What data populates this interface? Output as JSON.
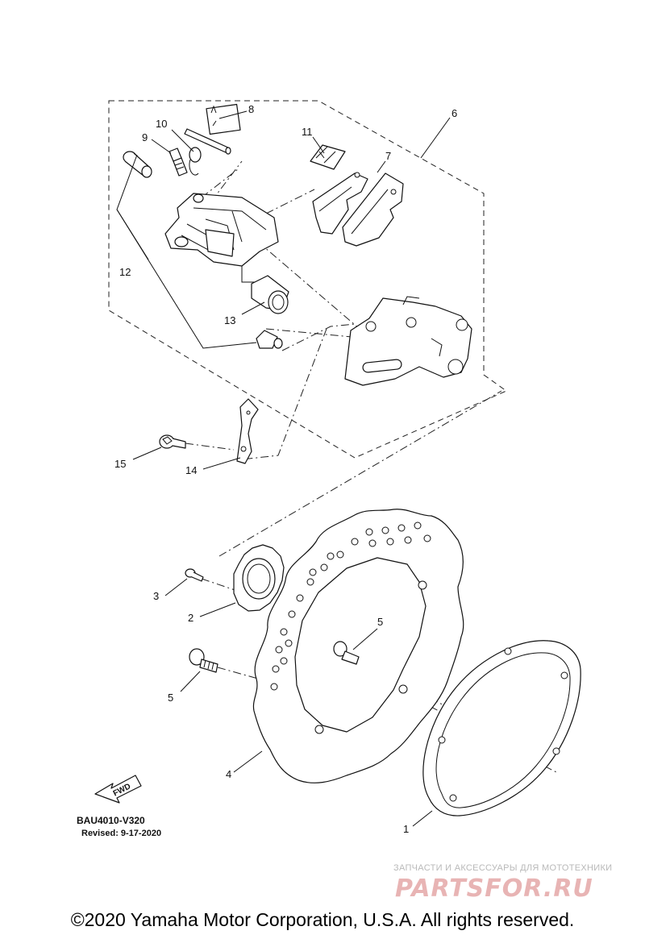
{
  "callouts": {
    "c1": "1",
    "c2": "2",
    "c3": "3",
    "c4": "4",
    "c5a": "5",
    "c5b": "5",
    "c6": "6",
    "c7": "7",
    "c8": "8",
    "c9": "9",
    "c10": "10",
    "c11": "11",
    "c12": "12",
    "c13": "13",
    "c14": "14",
    "c15": "15"
  },
  "fwd_label": "FWD",
  "diagram_code": "BAU4010-V320",
  "revised": "Revised: 9-17-2020",
  "watermark": {
    "tagline": "ЗАПЧАСТИ И АКСЕССУАРЫ ДЛЯ МОТОТЕХНИКИ",
    "brand": "PARTSFOR.RU",
    "color": "#e8b4b4"
  },
  "copyright": "©2020 Yamaha Motor Corporation, U.S.A. All rights reserved."
}
